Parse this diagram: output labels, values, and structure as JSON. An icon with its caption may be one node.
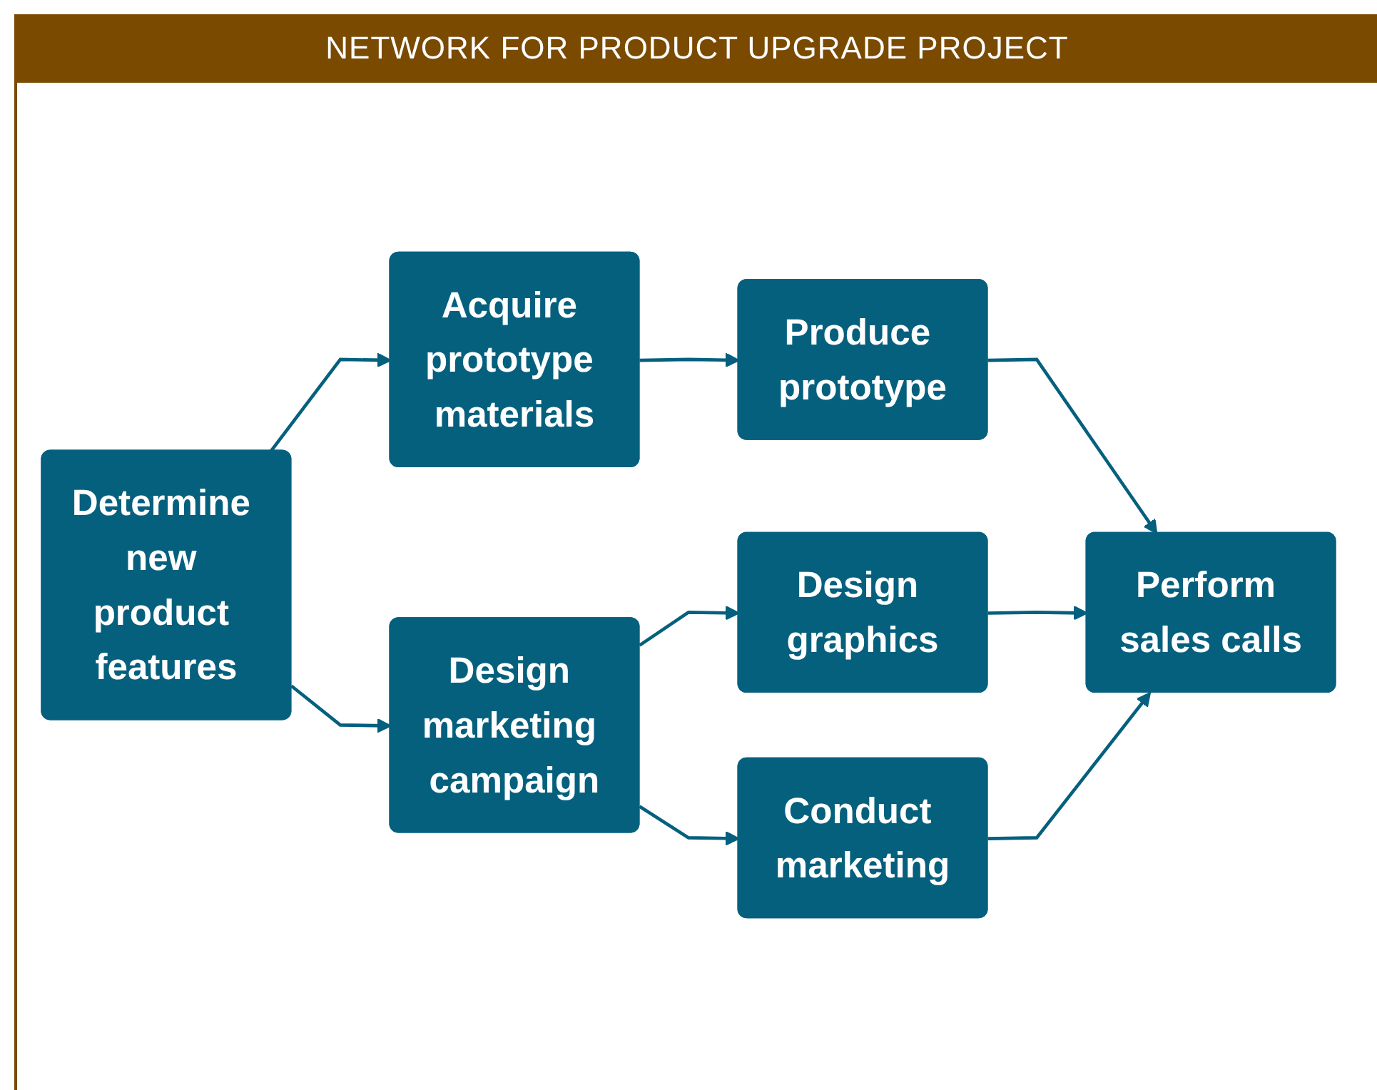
{
  "diagram": {
    "title": "NETWORK FOR PRODUCT UPGRADE PROJECT",
    "nodes": [
      {
        "text": [
          "Determine new product features"
        ]
      },
      {
        "text": [
          "Acquire prototype materials"
        ]
      },
      {
        "text": [
          "Design marketing campaign"
        ]
      },
      {
        "text": [
          "Produce prototype"
        ]
      },
      {
        "text": [
          "Design graphics"
        ]
      },
      {
        "text": [
          "Conduct marketing"
        ]
      },
      {
        "text": [
          "Perform sales calls"
        ]
      }
    ],
    "edges": [
      {
        "from": 0,
        "to": 1,
        "arrow": "to"
      },
      {
        "from": 0,
        "to": 2,
        "arrow": "to"
      },
      {
        "from": 1,
        "to": 3,
        "arrow": "to"
      },
      {
        "from": 2,
        "to": 4,
        "arrow": "to"
      },
      {
        "from": 2,
        "to": 5,
        "arrow": "to"
      },
      {
        "from": 3,
        "to": 6,
        "arrow": "to"
      },
      {
        "from": 4,
        "to": 6,
        "arrow": "to"
      },
      {
        "from": 5,
        "to": 6,
        "arrow": "to"
      }
    ]
  }
}
